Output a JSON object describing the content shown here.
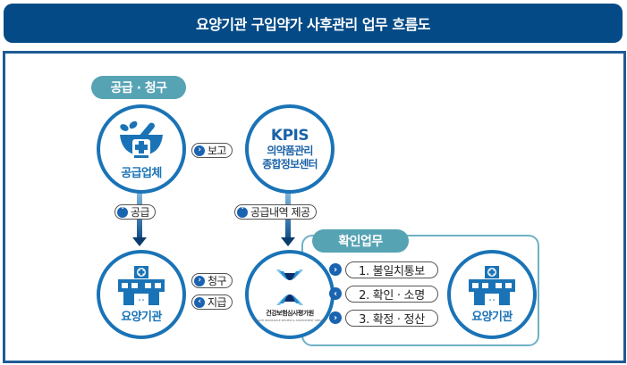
{
  "title": "요양기관 구입약가 사후관리 업무 흐름도",
  "sections": {
    "supply_claim": "공급 · 청구",
    "confirm_work": "확인업무"
  },
  "nodes": {
    "supplier": {
      "label": "공급업체",
      "icon": "mortar-pestle-plus-icon"
    },
    "kpis": {
      "title": "KPIS",
      "line1": "의약품관리",
      "line2": "종합정보센터"
    },
    "care_left": {
      "label": "요양기관",
      "icon": "hospital-icon"
    },
    "hira": {
      "label": "건강보험심사평가원",
      "sub": "HEALTH INSURANCE REVIEW & ASSESSMENT SERVICE",
      "icon": "hira-logo-icon"
    },
    "care_right": {
      "label": "요양기관",
      "icon": "hospital-icon"
    }
  },
  "tags": {
    "report": {
      "label": "보고",
      "direction": "right"
    },
    "supply": {
      "label": "공급",
      "direction": "down"
    },
    "supply_detail": {
      "label": "공급내역 제공",
      "direction": "down"
    },
    "claim": {
      "label": "청구",
      "direction": "right"
    },
    "payment": {
      "label": "지급",
      "direction": "left"
    }
  },
  "steps": [
    {
      "label": "1. 불일치통보",
      "direction": "right"
    },
    {
      "label": "2. 확인 · 소명",
      "direction": "left"
    },
    {
      "label": "3. 확정 · 정산",
      "direction": "right"
    }
  ],
  "colors": {
    "title_bg": "#034a86",
    "frame": "#1f5b95",
    "circle": "#1a73b6",
    "pill": "#56a3b4",
    "confirm_border": "#6fb1c4"
  }
}
